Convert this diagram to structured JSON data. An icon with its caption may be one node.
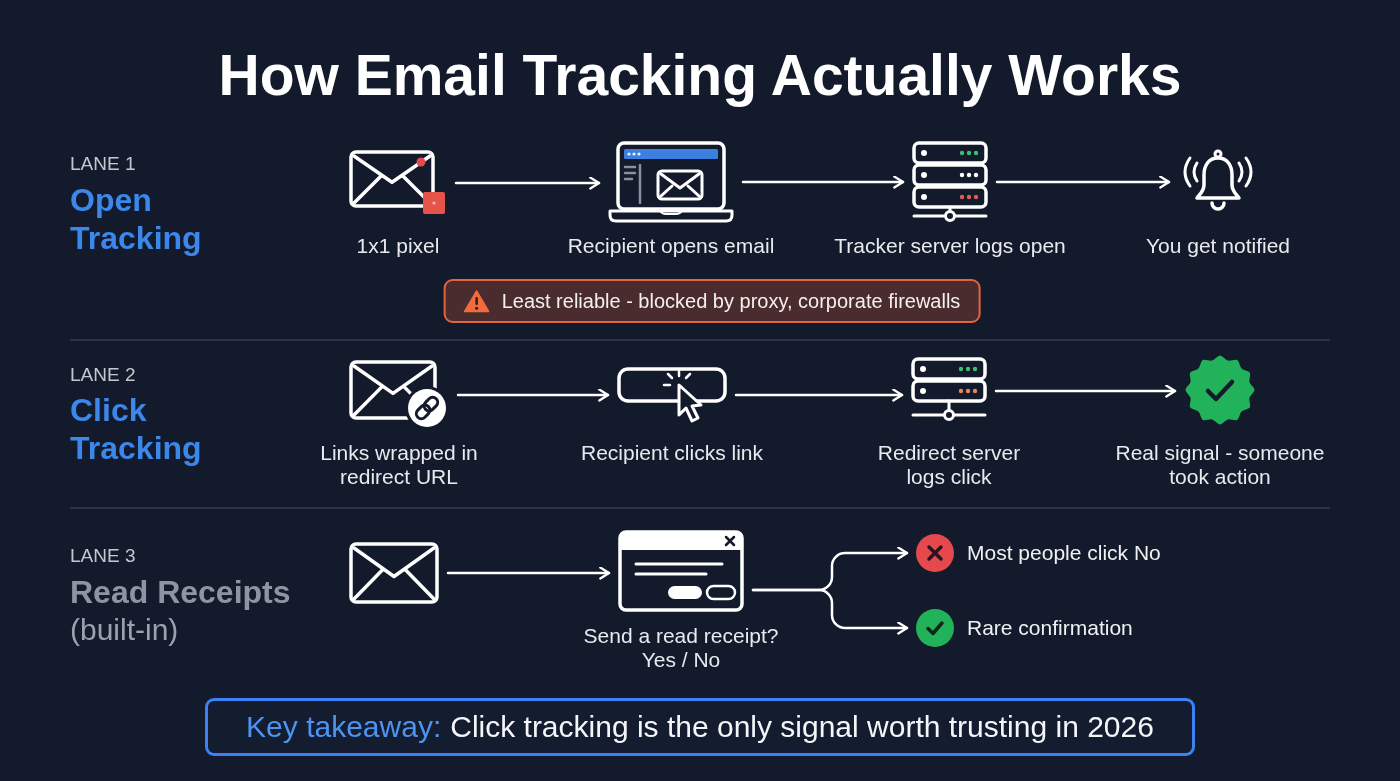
{
  "diagram": {
    "title": "How Email Tracking Actually Works",
    "nodes": [
      {
        "text": [],
        "shape": "picture",
        "beside": [
          "1x1 pixel"
        ]
      },
      {
        "text": [],
        "shape": "picture",
        "beside": [
          "Recipient opens email"
        ]
      },
      {
        "text": [],
        "shape": "picture",
        "beside": [
          "Tracker server logs open"
        ]
      },
      {
        "text": [],
        "shape": "picture",
        "beside": [
          "You get notified"
        ]
      },
      {
        "text": [
          "Least reliable - blocked by proxy, corporate firewalls"
        ]
      },
      {
        "text": [],
        "shape": "picture",
        "beside": [
          "Links wrapped in redirect URL"
        ]
      },
      {
        "text": [],
        "shape": "picture",
        "beside": [
          "Recipient clicks link"
        ]
      },
      {
        "text": [],
        "shape": "picture",
        "beside": [
          "Redirect server logs click"
        ]
      },
      {
        "text": [],
        "shape": "picture",
        "beside": [
          "Real signal - someone took action"
        ]
      },
      {
        "text": [],
        "shape": "picture"
      },
      {
        "text": [],
        "shape": "picture",
        "beside": [
          "Send a read receipt? Yes / No"
        ]
      },
      {
        "text": [
          "Most people click No"
        ]
      },
      {
        "text": [
          "Rare confirmation"
        ]
      },
      {
        "text": [
          "Key takeaway:",
          "Click tracking is the only signal worth trusting in 2026"
        ]
      }
    ],
    "edges": [
      {
        "from": 0,
        "to": 1,
        "arrow": "to"
      },
      {
        "from": 1,
        "to": 2,
        "arrow": "to"
      },
      {
        "from": 2,
        "to": 3,
        "arrow": "to"
      },
      {
        "from": 5,
        "to": 6,
        "arrow": "to"
      },
      {
        "from": 6,
        "to": 7,
        "arrow": "to"
      },
      {
        "from": 7,
        "to": 8,
        "arrow": "to"
      },
      {
        "from": 9,
        "to": 10,
        "arrow": "to"
      },
      {
        "from": 10,
        "to": 11,
        "arrow": "to"
      },
      {
        "from": 10,
        "to": 12,
        "arrow": "to"
      }
    ],
    "labels": [
      "LANE 1",
      "Open Tracking",
      "LANE 2",
      "Click Tracking",
      "LANE 3",
      "Read Receipts",
      "(built-in)"
    ]
  }
}
